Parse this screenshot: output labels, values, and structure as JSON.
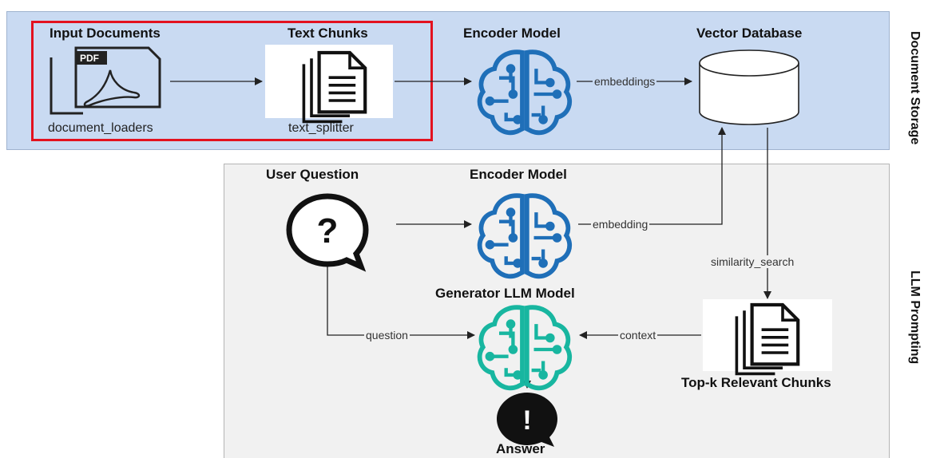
{
  "panels": {
    "storage_label": "Document Storage",
    "prompting_label": "LLM Prompting"
  },
  "nodes": {
    "input_documents": {
      "title": "Input Documents",
      "caption": "document_loaders",
      "badge": "PDF",
      "icon": "pdf-document-icon"
    },
    "text_chunks": {
      "title": "Text Chunks",
      "caption": "text_splitter",
      "icon": "documents-stack-icon"
    },
    "encoder_top": {
      "title": "Encoder Model",
      "icon": "brain-circuit-icon"
    },
    "vector_db": {
      "title": "Vector Database",
      "icon": "database-cylinder-icon"
    },
    "user_question": {
      "title": "User Question",
      "icon": "question-bubble-icon",
      "glyph": "?"
    },
    "encoder_bottom": {
      "title": "Encoder Model",
      "icon": "brain-circuit-icon"
    },
    "generator": {
      "title": "Generator LLM Model",
      "icon": "brain-circuit-icon"
    },
    "top_k": {
      "title": "Top-k Relevant Chunks",
      "icon": "documents-stack-icon"
    },
    "answer": {
      "title": "Answer",
      "icon": "exclamation-bubble-icon",
      "glyph": "!"
    }
  },
  "edges": {
    "embeddings": "embeddings",
    "embedding": "embedding",
    "similarity_search": "similarity_search",
    "question": "question",
    "context": "context"
  },
  "colors": {
    "storage_bg": "#c9daf2",
    "prompting_bg": "#f1f1f1",
    "highlight": "#e3121f",
    "encoder_blue": "#1f6fb8",
    "generator_teal": "#18b6a0"
  }
}
